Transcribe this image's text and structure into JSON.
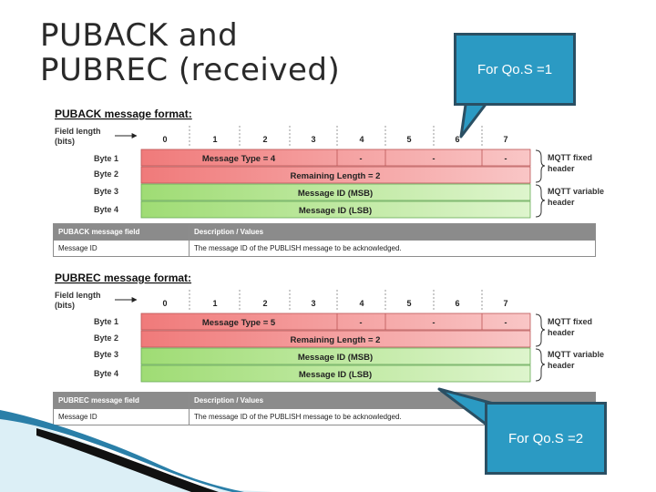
{
  "slide": {
    "title_line1": "PUBACK and",
    "title_line2": "PUBREC (received)"
  },
  "callouts": {
    "qos1": "For Qo.S =1",
    "qos2": "For Qo.S =2"
  },
  "shared": {
    "field_length_line1": "Field length",
    "field_length_line2": "(bits)",
    "bits": [
      "0",
      "1",
      "2",
      "3",
      "4",
      "5",
      "6",
      "7"
    ],
    "byte_labels": [
      "Byte 1",
      "Byte 2",
      "Byte 3",
      "Byte 4"
    ],
    "dash": "-",
    "remaining_length": "Remaining Length = 2",
    "msgid_msb": "Message ID (MSB)",
    "msgid_lsb": "Message ID (LSB)",
    "fixed_header_line1": "MQTT fixed",
    "fixed_header_line2": "header",
    "variable_header_line1": "MQTT variable",
    "variable_header_line2": "header",
    "col_description": "Description / Values",
    "row_field": "Message ID",
    "row_desc": "The message ID of the PUBLISH message to be acknowledged."
  },
  "puback": {
    "format_title": "PUBACK message format:",
    "message_type": "Message Type = 4",
    "table_field_header": "PUBACK message field"
  },
  "pubrec": {
    "format_title": "PUBREC message format:",
    "message_type": "Message Type = 5",
    "table_field_header": "PUBREC message field"
  },
  "colors": {
    "red_row": "#f28a8a",
    "green_row": "#b5e58e",
    "callout_fill": "#2b9ac3",
    "callout_border": "#2a4f63",
    "table_header": "#8b8b8b"
  }
}
